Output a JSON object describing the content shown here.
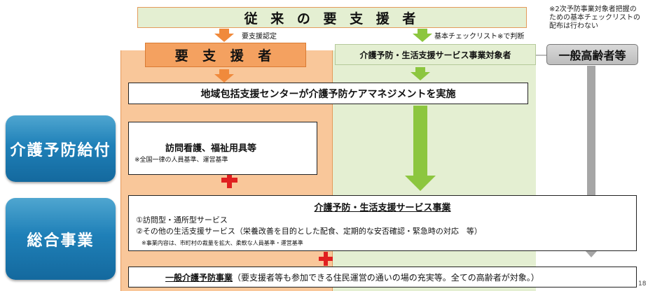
{
  "top_box": {
    "label": "従 来 の 要 支 援 者"
  },
  "arrow_left_label": "要支援認定",
  "arrow_right_label": "基本チェックリスト※で判断",
  "note_top_right": "※2次予防事業対象者把握のための基本チェックリストの配布は行わない",
  "youshien_box": {
    "label": "要 支 援 者"
  },
  "target_box": {
    "label": "介護予防・生活支援サービス事業対象者"
  },
  "general_elderly_box": {
    "label": "一般高齢者等"
  },
  "care_management": {
    "label": "地域包括支援センターが介護予防ケアマネジメントを実施"
  },
  "side_labels": {
    "prevention_benefit": "介護予防給付",
    "general_project": "総合事業"
  },
  "benefit_box": {
    "title": "訪問看護、福祉用具等",
    "note": "※全国一律の人員基準、運営基準"
  },
  "service_project": {
    "title": "介護予防・生活支援サービス事業",
    "items": [
      "①訪問型・通所型サービス",
      "②その他の生活支援サービス（栄養改善を目的とした配食、定期的な安否確認・緊急時の対応　等）"
    ],
    "note": "※事業内容は、市町村の裁量を拡大、柔軟な人員基準・運営基準"
  },
  "general_prevention": {
    "title": "一般介護予防事業",
    "desc": "（要支援者等も参加できる住民運営の通いの場の充実等。全ての高齢者が対象。）"
  },
  "page_number": "18",
  "colors": {
    "orange": "#f08a3c",
    "green": "#8cc63f",
    "gray": "#a6a6a6",
    "blue": "#1f80b8",
    "plus": "#e02020"
  }
}
